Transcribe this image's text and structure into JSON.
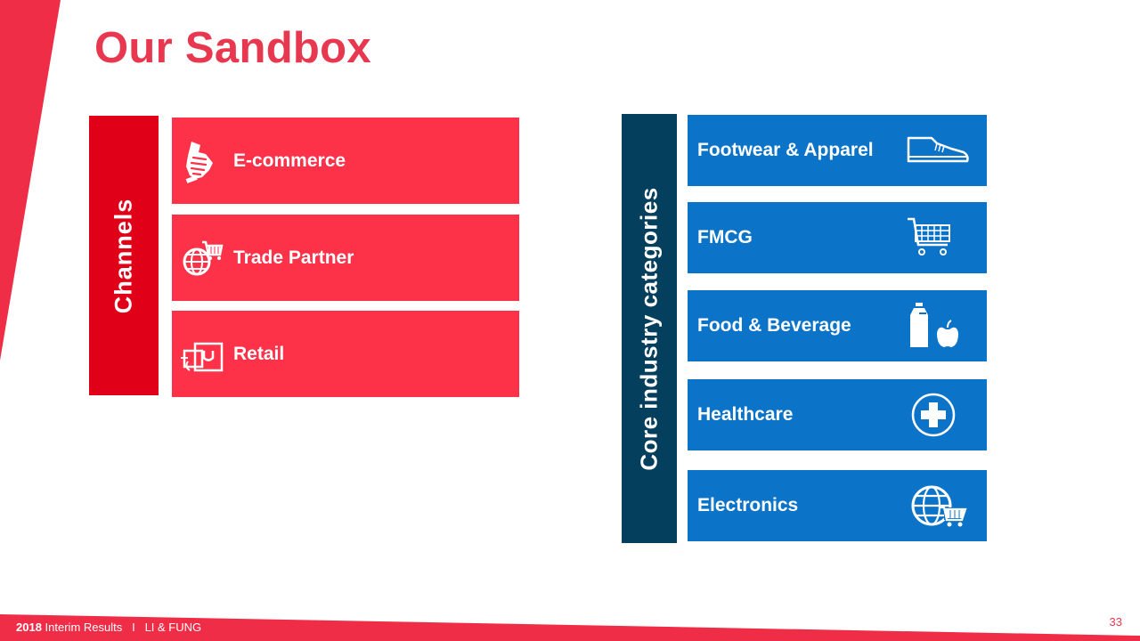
{
  "slide": {
    "title": "Our Sandbox",
    "colors": {
      "title": "#e8384f",
      "channels_bar": "#e00018",
      "channel_box": "#fd3249",
      "industry_bar": "#053f5e",
      "industry_box": "#0b73c8"
    }
  },
  "channels": {
    "heading": "Channels",
    "items": [
      {
        "label": "E-commerce",
        "icon": "handshake-icon"
      },
      {
        "label": "Trade Partner",
        "icon": "globe-cart-icon"
      },
      {
        "label": "Retail",
        "icon": "shopping-bag-icon"
      }
    ]
  },
  "industries": {
    "heading": "Core industry categories",
    "items": [
      {
        "label": "Footwear & Apparel",
        "icon": "shoe-icon"
      },
      {
        "label": "FMCG",
        "icon": "shopping-cart-icon"
      },
      {
        "label": "Food & Beverage",
        "icon": "bottle-apple-icon"
      },
      {
        "label": "Healthcare",
        "icon": "medical-cross-icon"
      },
      {
        "label": "Electronics",
        "icon": "globe-cart-icon"
      }
    ]
  },
  "footer": {
    "year": "2018",
    "text": "Interim Results",
    "separator": "I",
    "company": "LI & FUNG",
    "page_number": "33"
  }
}
